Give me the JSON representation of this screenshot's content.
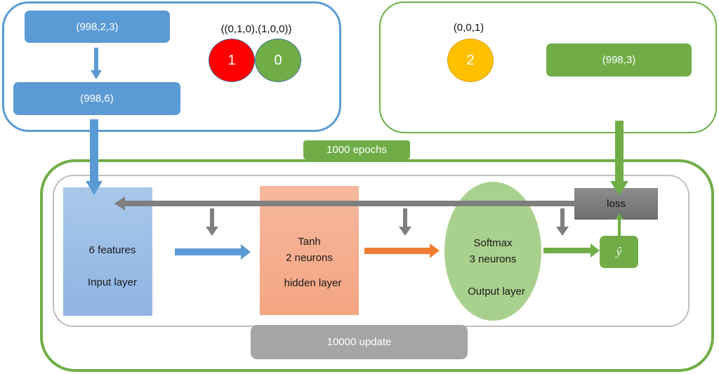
{
  "data_prep": {
    "raw_shape": "(998,2,3)",
    "flattened_shape": "(998,6)",
    "onehot_caption": "((0,1,0),(1,0,0))",
    "class_circles": [
      {
        "label": "1",
        "color": "#ff0000"
      },
      {
        "label": "0",
        "color": "#70ad47"
      }
    ]
  },
  "target_prep": {
    "onehot_caption": "(0,0,1)",
    "class_circle": {
      "label": "2",
      "color": "#ffc000"
    },
    "target_shape": "(998,3)"
  },
  "training": {
    "epochs_label": "1000 epochs",
    "updates_label": "10000 update",
    "input_layer": {
      "line1": "6 features",
      "line2": "Input layer"
    },
    "hidden_layer": {
      "line1": "Tanh",
      "line2": "2 neurons",
      "line3": "hidden layer"
    },
    "output_layer": {
      "line1": "Softmax",
      "line2": "3 neurons",
      "line3": "Output layer"
    },
    "prediction_label": "ŷ",
    "loss_label": "loss"
  },
  "colors": {
    "blue": "#5b9bd5",
    "green": "#70ad47",
    "orange": "#ed7d31",
    "gray": "#7f7f7f",
    "red": "#ff0000",
    "yellow": "#ffc000"
  }
}
